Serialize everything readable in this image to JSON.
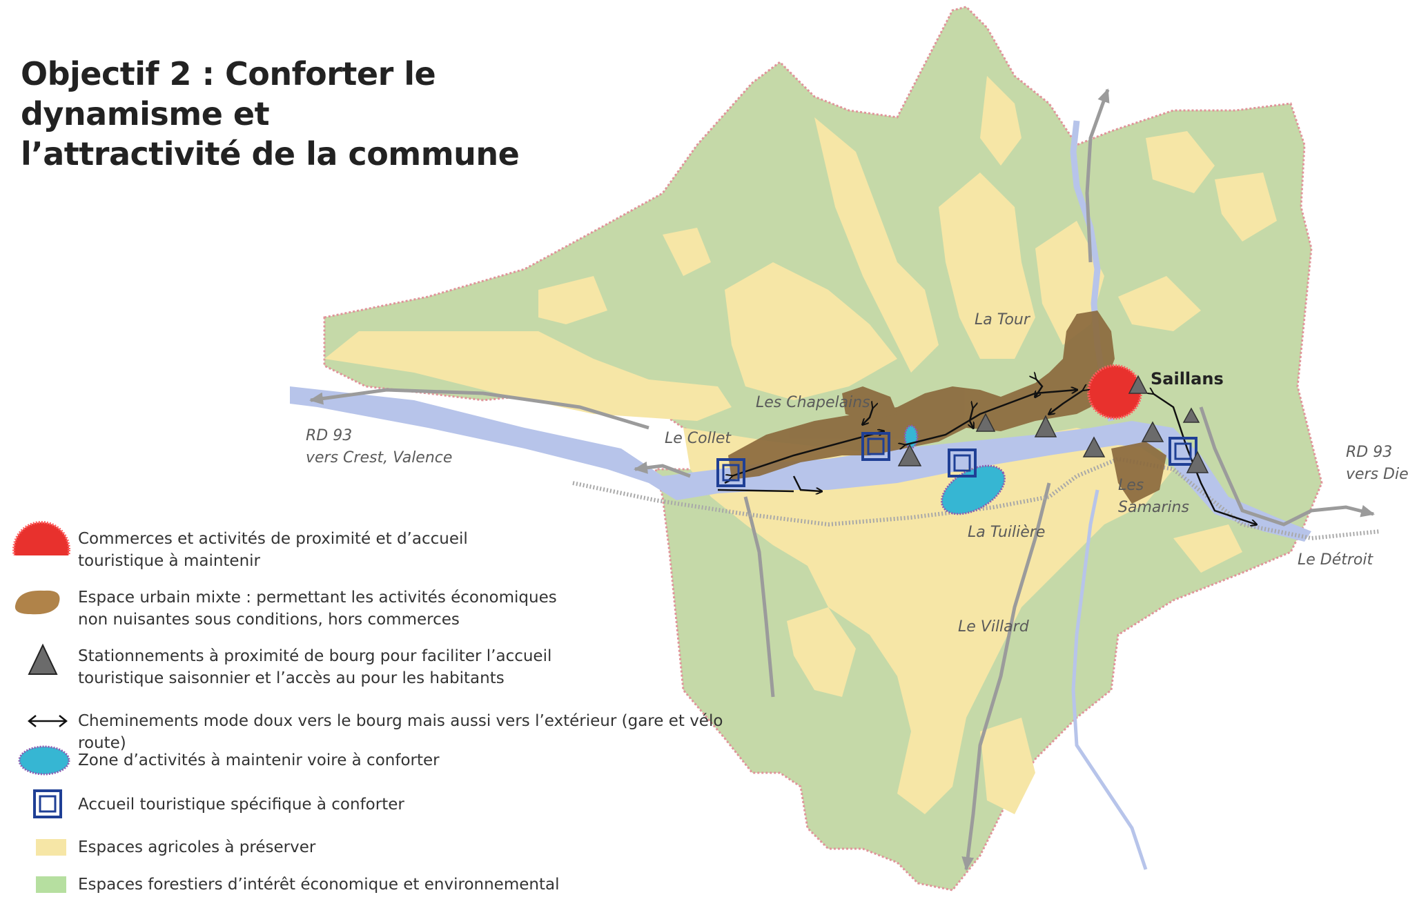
{
  "title": "Objectif  2 : Conforter le dynamisme et\nl’attractivité de la commune",
  "places": {
    "la_tour": "La Tour",
    "les_chapelains": "Les Chapelains",
    "le_collet": "Le Collet",
    "saillans": "Saillans",
    "les": "Les",
    "samarins": "Samarins",
    "la_tuiliere": "La Tuilière",
    "le_villard": "Le Villard",
    "le_detroit": "Le Détroit",
    "rd93_west_1": "RD 93",
    "rd93_west_2": "vers Crest, Valence",
    "rd93_east_1": "RD 93",
    "rd93_east_2": "vers Die"
  },
  "legend": [
    {
      "symbol": "red-circle-icon",
      "text": "Commerces et activités de proximité et d’accueil\ntouristique à maintenir"
    },
    {
      "symbol": "brown-blob-icon",
      "text": "Espace urbain mixte : permettant les activités économiques\nnon nuisantes sous conditions, hors commerces"
    },
    {
      "symbol": "triangle-icon",
      "text": "Stationnements à proximité de bourg pour faciliter l’accueil\ntouristique saisonnier et l’accès au pour les habitants"
    },
    {
      "symbol": "double-arrow-icon",
      "text": "Cheminements mode doux vers le bourg mais aussi vers l’extérieur (gare et vélo route)"
    },
    {
      "symbol": "cyan-ellipse-icon",
      "text": "Zone d’activités à maintenir voire à conforter"
    },
    {
      "symbol": "double-square-icon",
      "text": "Accueil touristique spécifique à conforter"
    },
    {
      "symbol": "yellow-swatch-icon",
      "text": "Espaces agricoles à préserver"
    },
    {
      "symbol": "green-swatch-icon",
      "text": "Espaces forestiers d’intérêt économique et environnemental"
    }
  ],
  "colors": {
    "forest": "#c5d9a8",
    "agriculture": "#f6e6a6",
    "urban": "#8b6a3e",
    "commerce": "#e8312d",
    "activity_zone": "#36b6d3",
    "tourism": "#1f3f95",
    "river": "#b7c4ea",
    "road": "#9b9b9b",
    "boundary": "#e0949a"
  }
}
